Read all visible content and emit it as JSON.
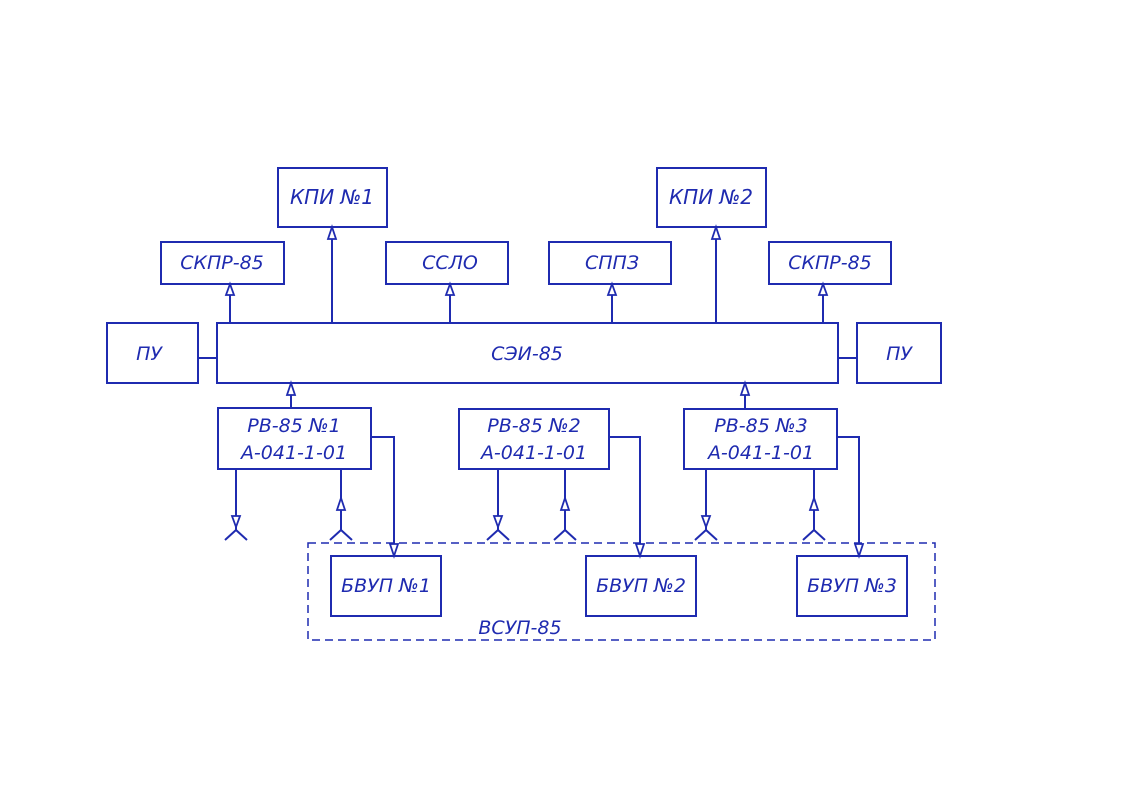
{
  "diagram": {
    "color": "#1f2bb0",
    "blocks": {
      "kpi1": "КПИ №1",
      "kpi2": "КПИ №2",
      "skpr_left": "СКПР-85",
      "skpr_right": "СКПР-85",
      "sslo": "ССЛО",
      "sppz": "СППЗ",
      "pu_left": "ПУ",
      "pu_right": "ПУ",
      "sei": "СЭИ-85",
      "rv1_line1": "РВ-85 №1",
      "rv1_line2": "А-041-1-01",
      "rv2_line1": "РВ-85 №2",
      "rv2_line2": "А-041-1-01",
      "rv3_line1": "РВ-85 №3",
      "rv3_line2": "А-041-1-01",
      "bvup1": "БВУП №1",
      "bvup2": "БВУП №2",
      "bvup3": "БВУП №3",
      "vsup": "ВСУП-85"
    }
  }
}
